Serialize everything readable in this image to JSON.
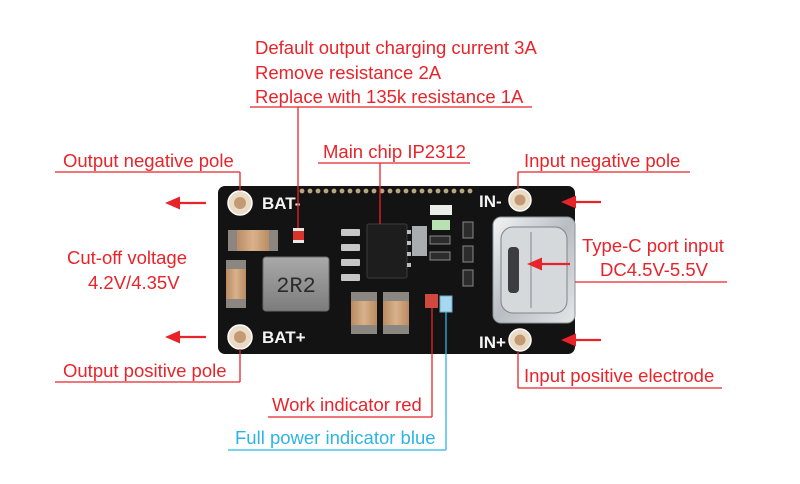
{
  "colors": {
    "annotation_red": "#e8242a",
    "annotation_blue": "#2fb3e6",
    "pcb_black": "#131313"
  },
  "annotations": {
    "charging_current": {
      "line1": "Default output charging current 3A",
      "line2": "Remove resistance 2A",
      "line3": "Replace with 135k resistance 1A"
    },
    "main_chip": "Main chip IP2312",
    "output_negative_pole": "Output negative pole",
    "input_negative_pole": "Input negative pole",
    "cutoff_voltage": {
      "line1": "Cut-off voltage",
      "line2": "4.2V/4.35V"
    },
    "type_c_input": {
      "line1": "Type-C port input",
      "line2": "DC4.5V-5.5V"
    },
    "output_positive_pole": "Output positive pole",
    "input_positive_electrode": "Input positive electrode",
    "work_indicator": "Work indicator red",
    "full_power_indicator": "Full power indicator blue"
  },
  "board": {
    "labels": {
      "bat_negative": "BAT-",
      "bat_positive": "BAT+",
      "in_negative": "IN-",
      "in_positive": "IN+"
    },
    "inductor_marking": "2R2"
  },
  "icons": {
    "flow_arrow": "arrow-left-icon"
  }
}
